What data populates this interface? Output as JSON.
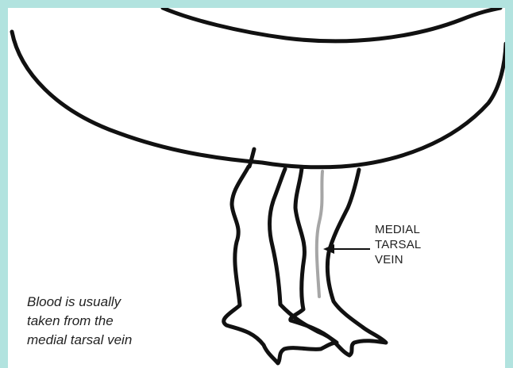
{
  "colors": {
    "border": "#b2e3df",
    "outline": "#111111",
    "vein": "#a6a6a6",
    "text": "#222222"
  },
  "annotation": {
    "line1": "MEDIAL",
    "line2": "TARSAL",
    "line3": "VEIN"
  },
  "caption": {
    "line1": "Blood is usually",
    "line2": "taken from the",
    "line3": "medial tarsal vein"
  }
}
